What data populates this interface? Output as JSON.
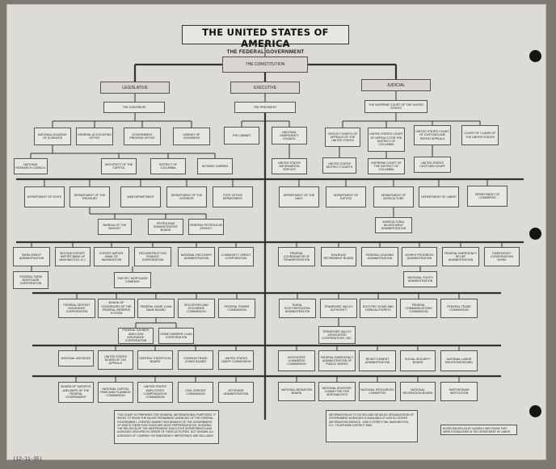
{
  "title": "THE UNITED STATES OF AMERICA",
  "subtitle": "THE FEDERAL GOVERNMENT",
  "footer_number": "(12-11-35)",
  "colors": {
    "paper": "#dcdbd6",
    "background": "#7e7a72",
    "line": "#333333",
    "hole": "#141414"
  },
  "nodes": [
    {
      "id": "constitution",
      "label": "THE CONSTITUTION"
    },
    {
      "id": "legislative",
      "label": "LEGISLATIVE"
    },
    {
      "id": "executive",
      "label": "EXECUTIVE"
    },
    {
      "id": "judicial",
      "label": "JUDICIAL"
    },
    {
      "id": "congress",
      "label": "THE CONGRESS"
    },
    {
      "id": "president",
      "label": "THE PRESIDENT"
    },
    {
      "id": "supreme_court",
      "label": "THE SUPREME COURT OF THE UNITED STATES"
    },
    {
      "id": "nas",
      "label": "NATIONAL ACADEMY OF SCIENCES"
    },
    {
      "id": "gao",
      "label": "GENERAL ACCOUNTING OFFICE"
    },
    {
      "id": "gpo",
      "label": "GOVERNMENT PRINTING OFFICE"
    },
    {
      "id": "loc",
      "label": "LIBRARY OF CONGRESS"
    },
    {
      "id": "nrc",
      "label": "NATIONAL RESEARCH COUNCIL"
    },
    {
      "id": "architect",
      "label": "ARCHITECT OF THE CAPITOL"
    },
    {
      "id": "dc",
      "label": "DISTRICT OF COLUMBIA"
    },
    {
      "id": "botanic",
      "label": "BOTANIC GARDEN"
    },
    {
      "id": "cabinet",
      "label": "THE CABINET"
    },
    {
      "id": "nec",
      "label": "NATIONAL EMERGENCY COUNCIL"
    },
    {
      "id": "usis",
      "label": "UNITED STATES INFORMATION SERVICE"
    },
    {
      "id": "circuit",
      "label": "CIRCUIT COURTS OF APPEALS OF THE UNITED STATES"
    },
    {
      "id": "dc_appeals",
      "label": "UNITED STATES COURT OF APPEALS FOR THE DISTRICT OF COLUMBIA"
    },
    {
      "id": "customs_appeals",
      "label": "UNITED STATES COURT OF CUSTOMS AND PATENT APPEALS"
    },
    {
      "id": "claims",
      "label": "COURT OF CLAIMS OF THE UNITED STATES"
    },
    {
      "id": "district",
      "label": "UNITED STATES DISTRICT COURTS"
    },
    {
      "id": "dc_supreme",
      "label": "SUPREME COURT OF THE DISTRICT OF COLUMBIA"
    },
    {
      "id": "customs_court",
      "label": "UNITED STATES CUSTOMS COURT"
    },
    {
      "id": "state",
      "label": "DEPARTMENT OF STATE"
    },
    {
      "id": "treasury",
      "label": "DEPARTMENT OF THE TREASURY"
    },
    {
      "id": "war",
      "label": "WAR DEPARTMENT"
    },
    {
      "id": "interior",
      "label": "DEPARTMENT OF THE INTERIOR"
    },
    {
      "id": "post",
      "label": "POST OFFICE DEPARTMENT"
    },
    {
      "id": "navy",
      "label": "DEPARTMENT OF THE NAVY"
    },
    {
      "id": "justice",
      "label": "DEPARTMENT OF JUSTICE"
    },
    {
      "id": "agriculture",
      "label": "DEPARTMENT OF AGRICULTURE"
    },
    {
      "id": "labor",
      "label": "DEPARTMENT OF LABOR"
    },
    {
      "id": "commerce",
      "label": "DEPARTMENT OF COMMERCE"
    },
    {
      "id": "budget",
      "label": "BUREAU OF THE BUDGET"
    },
    {
      "id": "petroleum",
      "label": "PETROLEUM ADMINISTRATIVE BOARD"
    },
    {
      "id": "federal_oil",
      "label": "FEDERAL PETROLEUM AGENCY"
    },
    {
      "id": "aaa",
      "label": "AGRICULTURAL ADJUSTMENT ADMINISTRATION"
    },
    {
      "id": "fca",
      "label": "FARM CREDIT ADMINISTRATION"
    },
    {
      "id": "exim2",
      "label": "SECOND EXPORT-IMPORT BANK OF WASHINGTON, D.C."
    },
    {
      "id": "exim",
      "label": "EXPORT-IMPORT BANK OF WASHINGTON"
    },
    {
      "id": "rfc",
      "label": "RECONSTRUCTION FINANCE CORPORATION"
    },
    {
      "id": "nra",
      "label": "NATIONAL RECOVERY ADMINISTRATION"
    },
    {
      "id": "ccc",
      "label": "COMMODITY CREDIT CORPORATION"
    },
    {
      "id": "ffmc",
      "label": "FEDERAL FARM MORTGAGE CORPORATION"
    },
    {
      "id": "rfc_mortgage",
      "label": "THE RFC MORTGAGE COMPANY"
    },
    {
      "id": "coord_transport",
      "label": "FEDERAL COORDINATOR OF TRANSPORTATION"
    },
    {
      "id": "railroad_retire",
      "label": "RAILROAD RETIREMENT BOARD"
    },
    {
      "id": "fha",
      "label": "FEDERAL HOUSING ADMINISTRATION"
    },
    {
      "id": "wpa",
      "label": "WORKS PROGRESS ADMINISTRATION"
    },
    {
      "id": "fera",
      "label": "FEDERAL EMERGENCY RELIEF ADMINISTRATION"
    },
    {
      "id": "ecw",
      "label": "EMERGENCY CONSERVATION WORK"
    },
    {
      "id": "nya",
      "label": "NATIONAL YOUTH ADMINISTRATION"
    },
    {
      "id": "fdic",
      "label": "FEDERAL DEPOSIT INSURANCE CORPORATION"
    },
    {
      "id": "frs",
      "label": "BOARD OF GOVERNORS OF THE FEDERAL RESERVE SYSTEM"
    },
    {
      "id": "fhlbb",
      "label": "FEDERAL HOME LOAN BANK BOARD"
    },
    {
      "id": "sec",
      "label": "SECURITIES AND EXCHANGE COMMISSION"
    },
    {
      "id": "fpc",
      "label": "FEDERAL POWER COMMISSION"
    },
    {
      "id": "fslic",
      "label": "FEDERAL SAVINGS AND LOAN INSURANCE CORPORATION"
    },
    {
      "id": "holc",
      "label": "HOME OWNERS' LOAN CORPORATION"
    },
    {
      "id": "rea",
      "label": "RURAL ELECTRIFICATION ADMINISTRATION"
    },
    {
      "id": "tva",
      "label": "TENNESSEE VALLEY AUTHORITY"
    },
    {
      "id": "ehfa",
      "label": "ELECTRIC HOME AND FARM AUTHORITY"
    },
    {
      "id": "fcc",
      "label": "FEDERAL COMMUNICATIONS COMMISSION"
    },
    {
      "id": "ftc",
      "label": "FEDERAL TRADE COMMISSION"
    },
    {
      "id": "tva_assoc",
      "label": "TENNESSEE VALLEY ASSOCIATED COOPERATIVES, INC."
    },
    {
      "id": "archives",
      "label": "NATIONAL ARCHIVES"
    },
    {
      "id": "tax_appeals",
      "label": "UNITED STATES BOARD OF TAX APPEALS"
    },
    {
      "id": "central_stat",
      "label": "CENTRAL STATISTICAL BOARD"
    },
    {
      "id": "foreign_trade",
      "label": "FOREIGN TRADE ZONES BOARD"
    },
    {
      "id": "tariff",
      "label": "UNITED STATES TARIFF COMMISSION"
    },
    {
      "id": "icc",
      "label": "INTERSTATE COMMERCE COMMISSION"
    },
    {
      "id": "pwa",
      "label": "FEDERAL EMERGENCY ADMINISTRATION OF PUBLIC WORKS"
    },
    {
      "id": "resettlement",
      "label": "RESETTLEMENT ADMINISTRATION"
    },
    {
      "id": "ssb",
      "label": "SOCIAL SECURITY BOARD"
    },
    {
      "id": "nlrb",
      "label": "NATIONAL LABOR RELATIONS BOARD"
    },
    {
      "id": "surveys",
      "label": "BOARD OF SURVEYS AND MAPS OF THE FEDERAL GOVERNMENT"
    },
    {
      "id": "ncpc",
      "label": "NATIONAL CAPITAL PARK AND PLANNING COMMISSION"
    },
    {
      "id": "usecc",
      "label": "UNITED STATES EMPLOYEES' COMPENSATION COMMISSION"
    },
    {
      "id": "civil_service",
      "label": "CIVIL SERVICE COMMISSION"
    },
    {
      "id": "veterans",
      "label": "VETERANS' ADMINISTRATION"
    },
    {
      "id": "nmb",
      "label": "NATIONAL MEDIATION BOARD"
    },
    {
      "id": "naca",
      "label": "NATIONAL ADVISORY COMMITTEE FOR AERONAUTICS"
    },
    {
      "id": "nrcomm",
      "label": "NATIONAL RESOURCES COMMITTEE"
    },
    {
      "id": "nat_rec",
      "label": "NATIONAL RECREATION BOARD"
    },
    {
      "id": "smithsonian",
      "label": "SMITHSONIAN INSTITUTION"
    }
  ],
  "notes": {
    "left": "THIS CHART IS PREPARED FOR GENERAL INFORMATIONAL PURPOSES. IT SEEKS TO SHOW THE MAJOR PERMANENT AGENCIES OF THE FEDERAL GOVERNMENT, CREATED UNDER THAT BRANCH OF THE GOVERNMENT OF WHICH THEIR FUNCTIONS ARE MOST REPRESENTATIVE, SHOWING THE RELATION OF THE INDEPENDENT EXECUTIVE DEPARTMENTS AND AGENCIES GROUPED IN ORDER OF THEIR ACTIVITIES. NOT SHOWN: ALL AGENCIES OF COMPANY OR EMERGENCY IMPORTANCE ARE INCLUDED.",
    "center": "INFORMATION AS TO DUTIES AND DETAILED ORGANIZATION OF GOVERNMENT AGENCIES IS AVAILABLE AT UNITED STATES INFORMATION SERVICE, 1405 G STREET NW, WASHINGTON, D.C. TELEPHONE DISTRICT 9060.",
    "right": "BOXES ENCIRCLED BY DASHED LINES SHOW THEY WERE ESTABLISHED IN THE DEPARTMENT OF LABOR."
  }
}
